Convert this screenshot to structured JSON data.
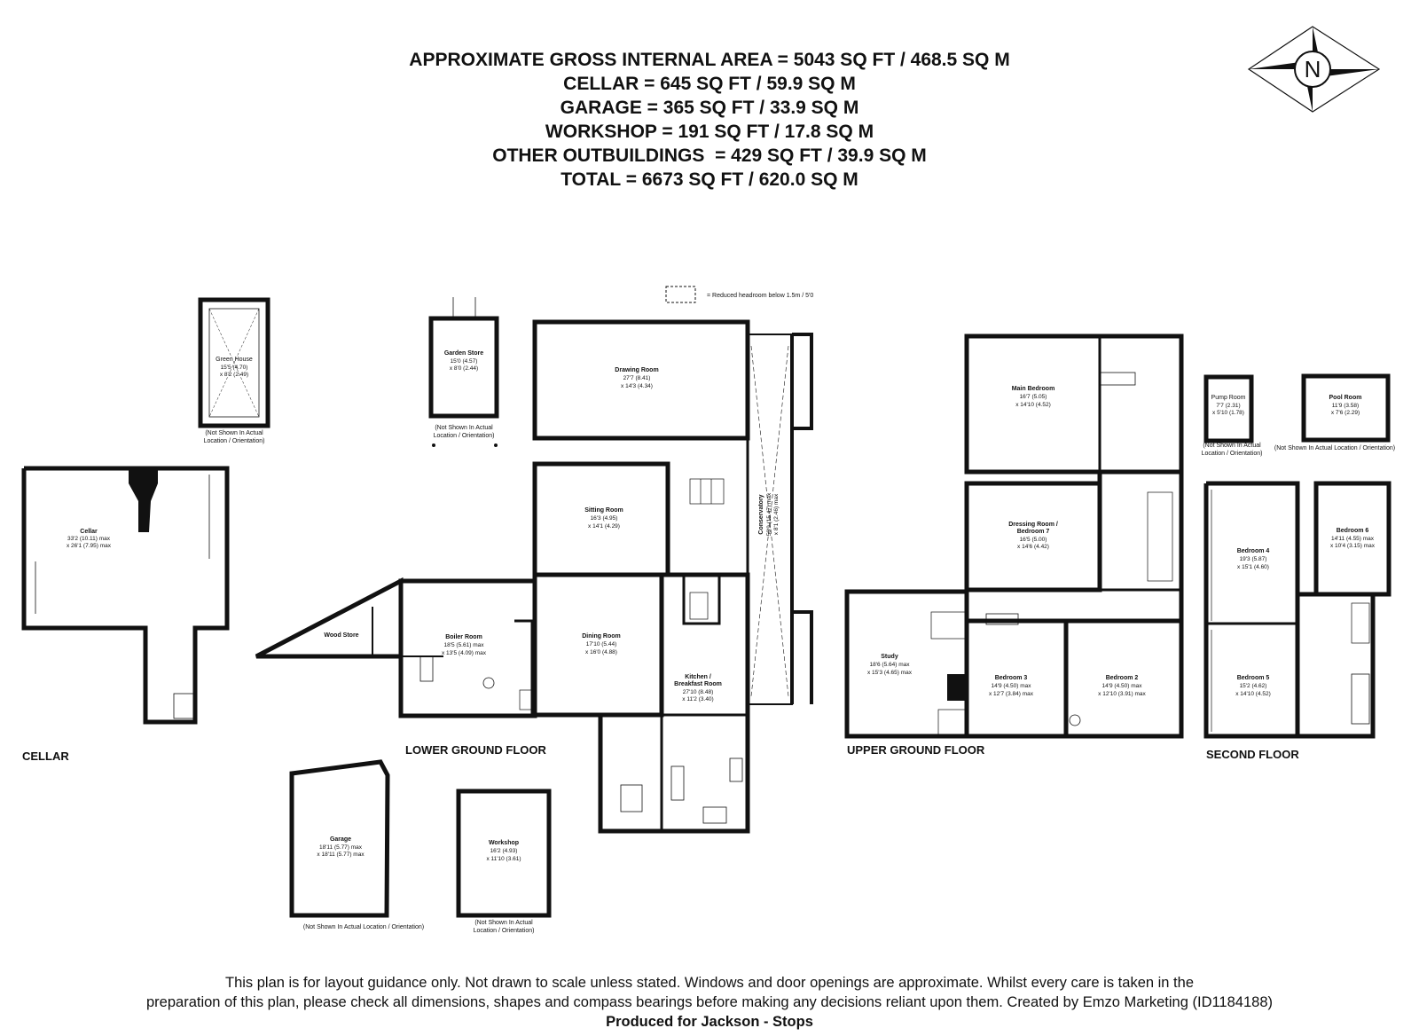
{
  "areas": [
    "APPROXIMATE GROSS INTERNAL AREA = 5043 SQ FT / 468.5 SQ M",
    "CELLAR = 645 SQ FT / 59.9 SQ M",
    "GARAGE = 365 SQ FT / 33.9 SQ M",
    "WORKSHOP = 191 SQ FT / 17.8 SQ M",
    "OTHER OUTBUILDINGS  = 429 SQ FT / 39.9 SQ M",
    "TOTAL = 6673 SQ FT / 620.0 SQ M"
  ],
  "compass": {
    "label": "N"
  },
  "legend": {
    "reduced_headroom": "= Reduced headroom below 1.5m / 5'0"
  },
  "floors": {
    "cellar": "CELLAR",
    "lower_ground": "LOWER GROUND FLOOR",
    "upper_ground": "UPPER GROUND FLOOR",
    "second": "SECOND FLOOR"
  },
  "rooms": {
    "green_house": {
      "name": "Green House",
      "dim1": "15'5 (4.70)",
      "dim2": "x 8'2 (2.49)"
    },
    "garden_store": {
      "name": "Garden Store",
      "dim1": "15'0 (4.57)",
      "dim2": "x 8'0 (2.44)"
    },
    "cellar": {
      "name": "Cellar",
      "dim1": "33'2 (10.11) max",
      "dim2": "x 26'1 (7.95) max"
    },
    "drawing_room": {
      "name": "Drawing Room",
      "dim1": "27'7 (8.41)",
      "dim2": "x 14'3 (4.34)"
    },
    "sitting_room": {
      "name": "Sitting Room",
      "dim1": "16'3 (4.95)",
      "dim2": "x 14'1 (4.29)"
    },
    "conservatory": {
      "name": "Conservatory",
      "dim1": "50'9 (15.47) max",
      "dim2": "x 8'1 (2.46) max"
    },
    "wood_store": {
      "name": "Wood Store"
    },
    "boiler_room": {
      "name": "Boiler Room",
      "dim1": "18'5 (5.61) max",
      "dim2": "x 13'5 (4.09) max"
    },
    "dining_room": {
      "name": "Dining Room",
      "dim1": "17'10 (5.44)",
      "dim2": "x 16'0 (4.88)"
    },
    "kitchen": {
      "name": "Kitchen /",
      "name2": "Breakfast Room",
      "dim1": "27'10 (8.48)",
      "dim2": "x 11'2 (3.40)"
    },
    "garage": {
      "name": "Garage",
      "dim1": "18'11 (5.77) max",
      "dim2": "x 18'11 (5.77) max"
    },
    "workshop": {
      "name": "Workshop",
      "dim1": "16'2 (4.93)",
      "dim2": "x 11'10 (3.61)"
    },
    "main_bedroom": {
      "name": "Main Bedroom",
      "dim1": "16'7 (5.05)",
      "dim2": "x 14'10 (4.52)"
    },
    "dressing_room": {
      "name": "Dressing Room /",
      "name2": "Bedroom 7",
      "dim1": "16'5 (5.00)",
      "dim2": "x 14'6 (4.42)"
    },
    "study": {
      "name": "Study",
      "dim1": "18'6 (5.64) max",
      "dim2": "x 15'3 (4.65) max"
    },
    "bedroom3": {
      "name": "Bedroom 3",
      "dim1": "14'9 (4.50) max",
      "dim2": "x 12'7 (3.84) max"
    },
    "bedroom2": {
      "name": "Bedroom 2",
      "dim1": "14'9 (4.50) max",
      "dim2": "x 12'10 (3.91) max"
    },
    "pump_room": {
      "name": "Pump Room",
      "dim1": "7'7 (2.31)",
      "dim2": "x 5'10 (1.78)"
    },
    "pool_room": {
      "name": "Pool Room",
      "dim1": "11'9 (3.58)",
      "dim2": "x 7'6 (2.29)"
    },
    "bedroom4": {
      "name": "Bedroom 4",
      "dim1": "19'3 (5.87)",
      "dim2": "x 15'1 (4.60)"
    },
    "bedroom6": {
      "name": "Bedroom 6",
      "dim1": "14'11 (4.55) max",
      "dim2": "x 10'4 (3.15) max"
    },
    "bedroom5": {
      "name": "Bedroom 5",
      "dim1": "15'2 (4.62)",
      "dim2": "x 14'10 (4.52)"
    }
  },
  "notes": {
    "not_shown_1": "(Not Shown In Actual",
    "not_shown_2": "Location / Orientation)",
    "not_shown_single": "(Not Shown In Actual Location / Orientation)"
  },
  "disclaimer": {
    "line1": "This plan is for layout guidance only. Not drawn to scale unless stated. Windows and door openings are approximate. Whilst every care is taken in the",
    "line2": "preparation of this plan, please check all dimensions, shapes and compass bearings before making any decisions reliant upon them. Created by Emzo Marketing (ID1184188)",
    "produced": "Produced for Jackson - Stops"
  }
}
